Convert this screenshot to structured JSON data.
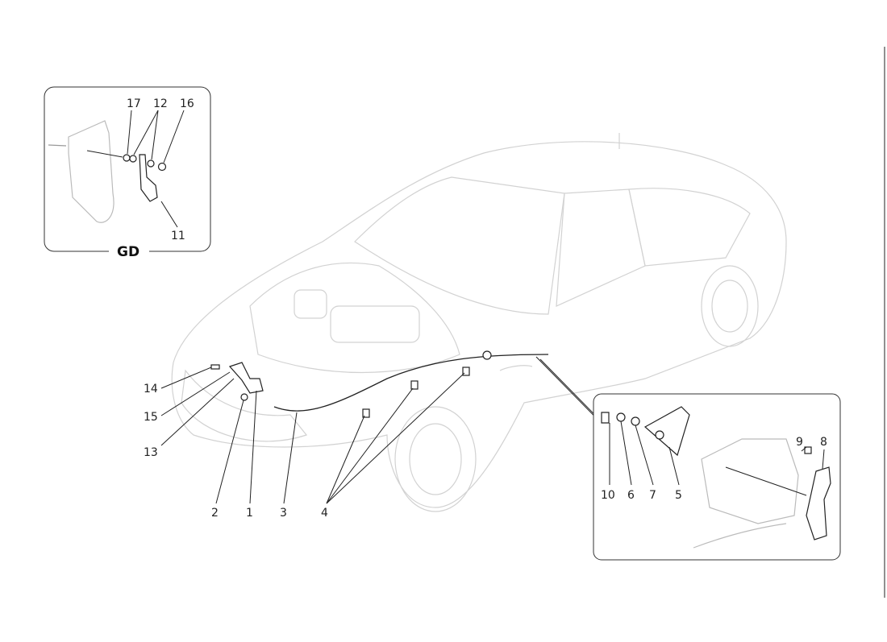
{
  "inset_gd": {
    "title": "GD",
    "labels": [
      "17",
      "12",
      "16",
      "11"
    ]
  },
  "main_labels": [
    "14",
    "15",
    "13",
    "2",
    "1",
    "3",
    "4"
  ],
  "inset_right": {
    "labels": [
      "10",
      "6",
      "7",
      "5",
      "9",
      "8"
    ]
  }
}
